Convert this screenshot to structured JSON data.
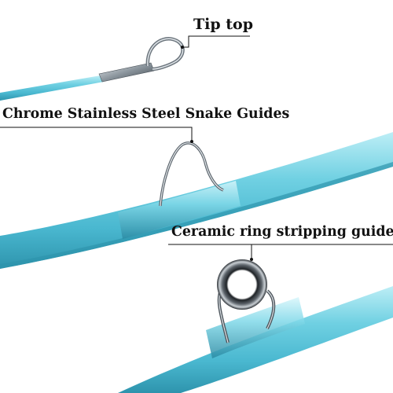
{
  "callouts": {
    "tip_top": "Tip top",
    "snake_guides": "Chrome Stainless Steel Snake Guides",
    "stripping_guides": "Ceramic ring stripping guides"
  },
  "colors": {
    "rod_blank": "#5fc8dc",
    "rod_highlight": "#bdeef6",
    "rod_shadow": "#2e94ad",
    "chrome": "#8a949c",
    "callout_line": "#111111",
    "background": "#ffffff"
  },
  "figure": {
    "subject": "fly fishing rod sections showing guides",
    "sections": [
      "tip-top",
      "snake-guide",
      "stripping-guide"
    ]
  }
}
